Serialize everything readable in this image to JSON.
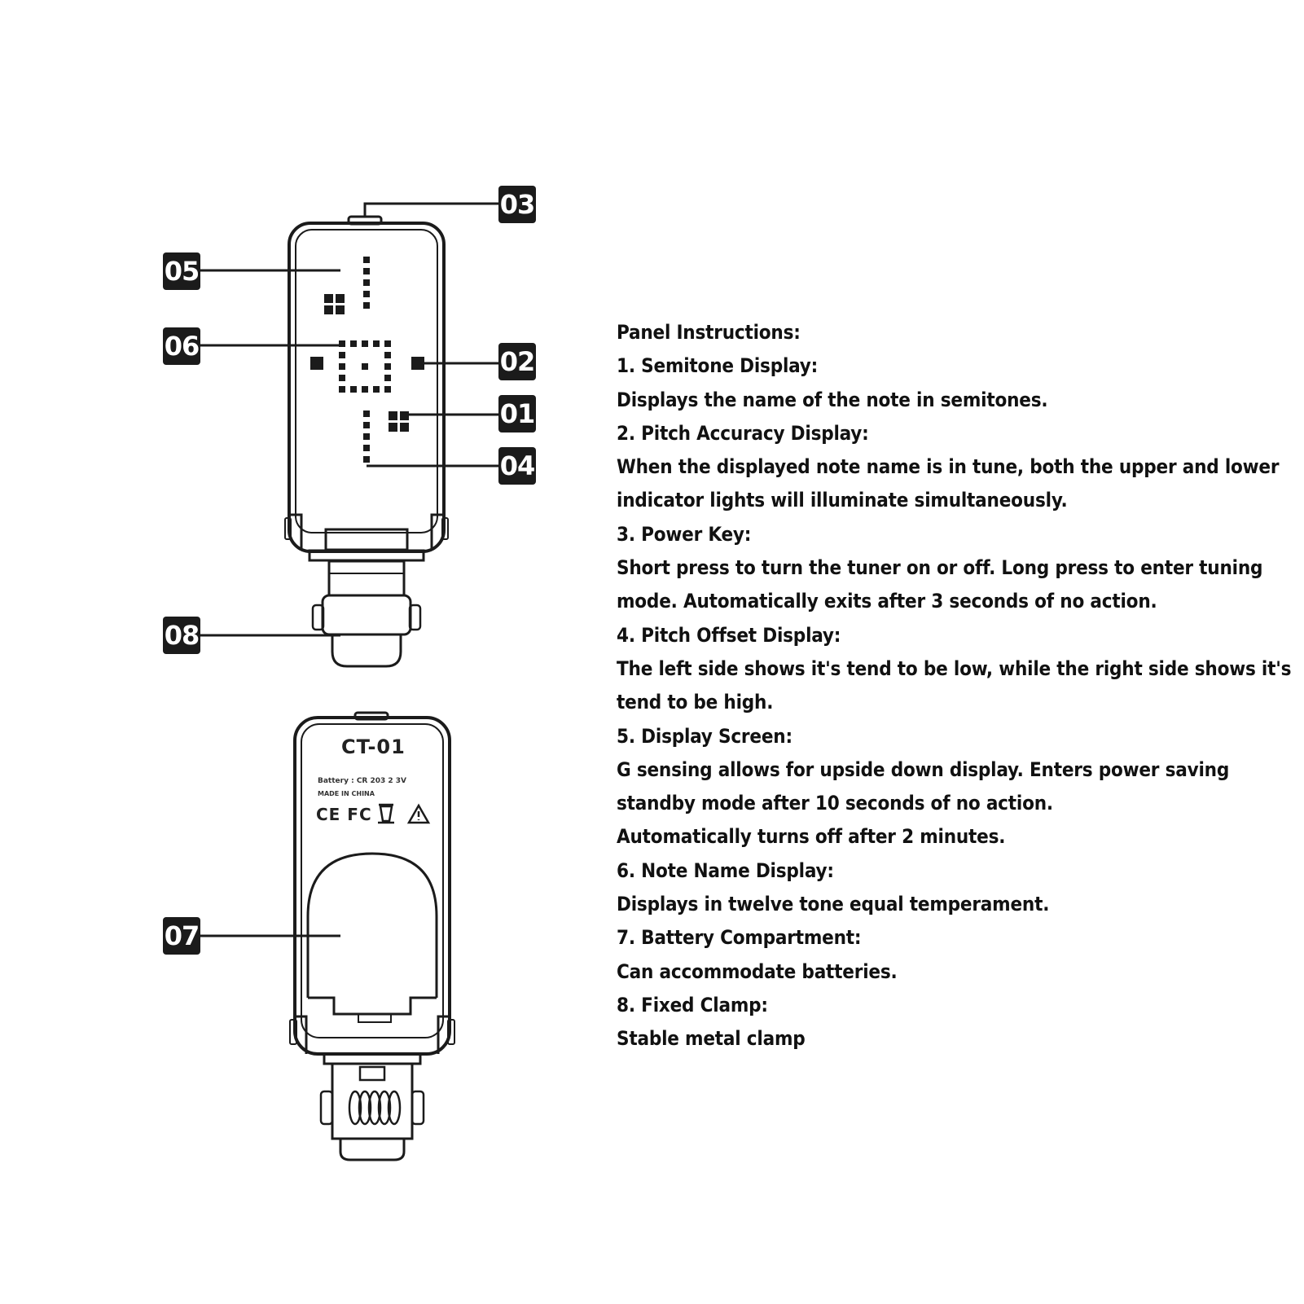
{
  "callouts": [
    {
      "id": "01",
      "label": "01"
    },
    {
      "id": "02",
      "label": "02"
    },
    {
      "id": "03",
      "label": "03"
    },
    {
      "id": "04",
      "label": "04"
    },
    {
      "id": "05",
      "label": "05"
    },
    {
      "id": "06",
      "label": "06"
    },
    {
      "id": "07",
      "label": "07"
    },
    {
      "id": "08",
      "label": "08"
    }
  ],
  "device": {
    "model": "CT-01",
    "battery_text": "Battery : CR 203 2 3V",
    "origin_text": "MADE IN CHINA",
    "cert_marks": "CE FC"
  },
  "instructions": {
    "title": "Panel Instructions:",
    "items": [
      {
        "heading": "1. Semitone Display:",
        "lines": [
          "Displays the name of the note in semitones."
        ]
      },
      {
        "heading": "2. Pitch Accuracy Display:",
        "lines": [
          "When the displayed note name is in tune, both the upper and lower",
          "indicator lights will illuminate simultaneously."
        ]
      },
      {
        "heading": "3. Power Key:",
        "lines": [
          "Short press to turn the tuner on or off. Long press to enter tuning",
          "mode. Automatically exits after 3 seconds of no action."
        ]
      },
      {
        "heading": "4. Pitch Offset Display:",
        "lines": [
          "The left side shows it's tend to be low, while the right side shows it's",
          "tend to be high."
        ]
      },
      {
        "heading": "5. Display Screen:",
        "lines": [
          "G sensing allows for upside down display. Enters power saving",
          "standby mode after 10 seconds of no action.",
          "Automatically turns off after 2 minutes."
        ]
      },
      {
        "heading": "6. Note Name Display:",
        "lines": [
          "Displays in twelve tone equal temperament."
        ]
      },
      {
        "heading": "7. Battery Compartment:",
        "lines": [
          "Can accommodate batteries."
        ]
      },
      {
        "heading": "8. Fixed Clamp:",
        "lines": [
          "Stable metal clamp"
        ]
      }
    ]
  }
}
